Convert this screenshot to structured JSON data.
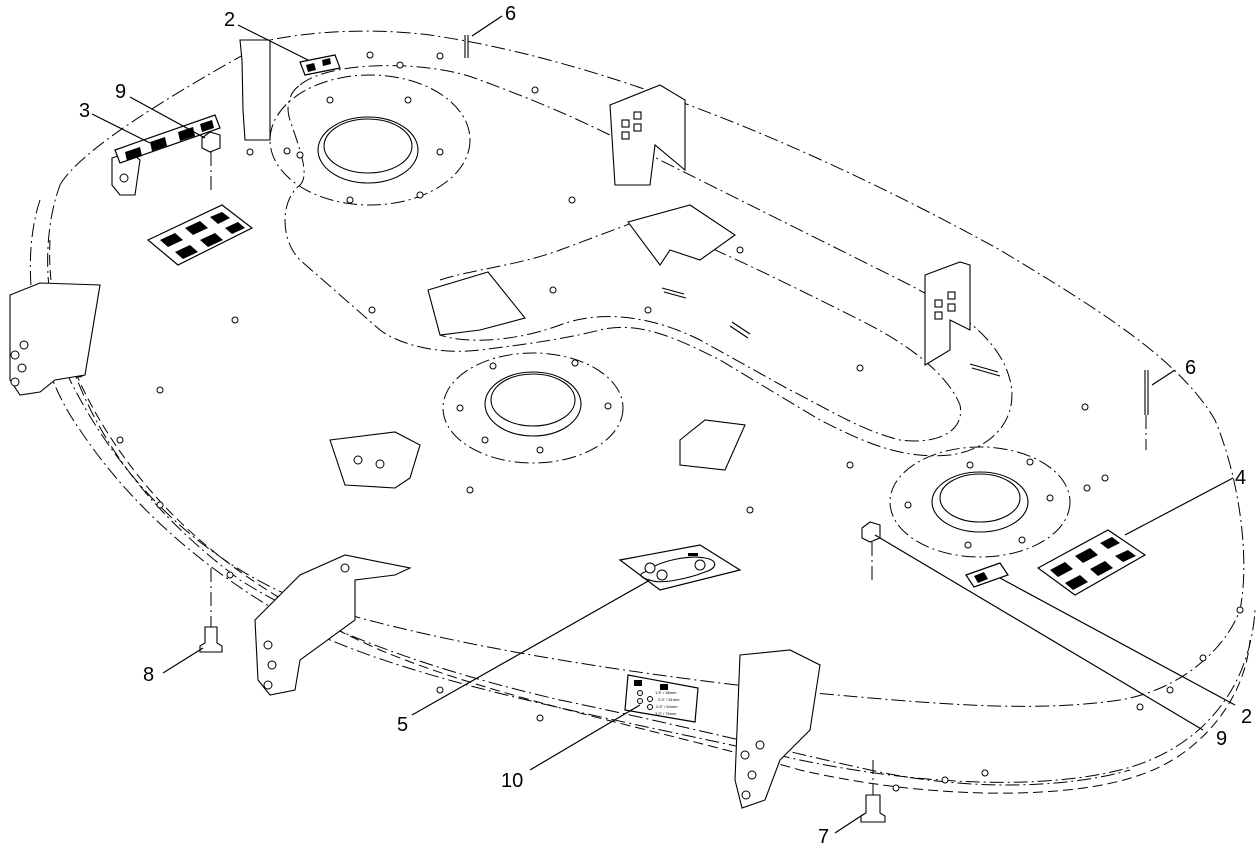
{
  "callouts": [
    {
      "label": "2"
    },
    {
      "label": "6"
    },
    {
      "label": "9"
    },
    {
      "label": "3"
    },
    {
      "label": "6"
    },
    {
      "label": "4"
    },
    {
      "label": "8"
    },
    {
      "label": "5"
    },
    {
      "label": "10"
    },
    {
      "label": "9"
    },
    {
      "label": "2"
    },
    {
      "label": "7"
    }
  ],
  "height_decal": {
    "rows": [
      "1.5\" / 38mm",
      "2.0\" / 51mm",
      "2.5\" / 64mm",
      "3.0\" / 76mm"
    ]
  }
}
